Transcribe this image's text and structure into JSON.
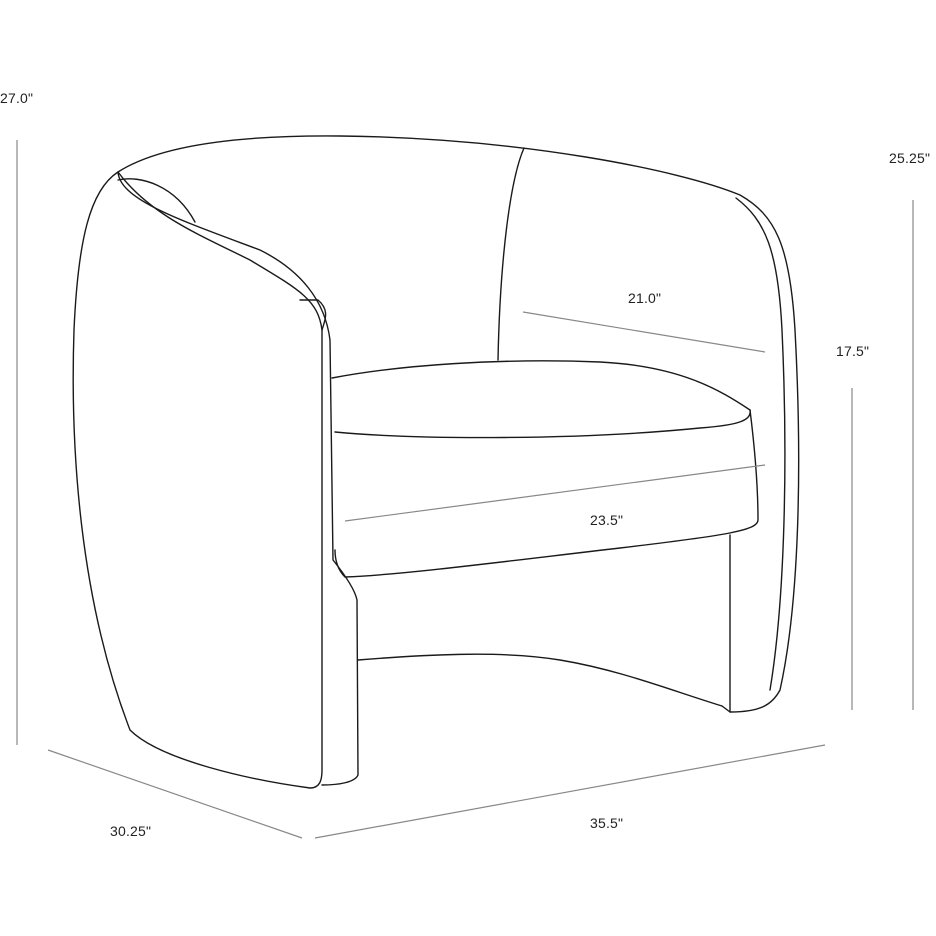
{
  "dimensions": {
    "overall_height": "27.0\"",
    "back_height": "25.25\"",
    "inner_depth": "21.0\"",
    "seat_height": "17.5\"",
    "seat_width": "23.5\"",
    "overall_depth": "30.25\"",
    "overall_width": "35.5\""
  },
  "colors": {
    "outline": "#1a1a1a",
    "dimension_line": "#888888",
    "background": "#ffffff"
  }
}
